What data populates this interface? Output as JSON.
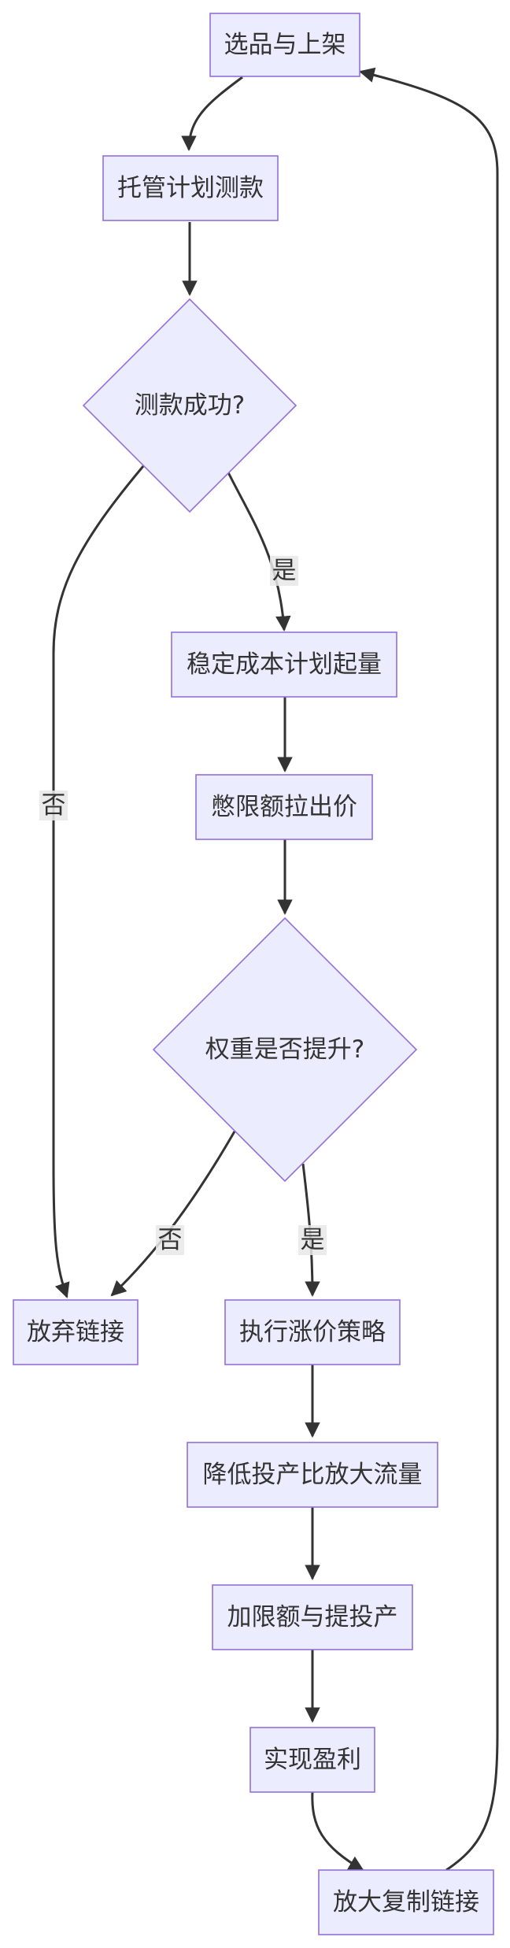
{
  "nodes": {
    "select_list": "选品与上架",
    "hosted_test": "托管计划测款",
    "test_success": "测款成功?",
    "stable_cost": "稳定成本计划起量",
    "hold_limit": "憋限额拉出价",
    "weight_up": "权重是否提升?",
    "abandon": "放弃链接",
    "price_up": "执行涨价策略",
    "lower_ratio": "降低投产比放大流量",
    "raise_limit": "加限额与提投产",
    "profit": "实现盈利",
    "scale_copy": "放大复制链接"
  },
  "edge_labels": {
    "yes1": "是",
    "no1": "否",
    "yes2": "是",
    "no2": "否"
  },
  "colors": {
    "node_fill": "#ececff",
    "node_stroke": "#9370db",
    "edge": "#333333",
    "text": "#333333",
    "label_bg": "#e8e8e8"
  }
}
